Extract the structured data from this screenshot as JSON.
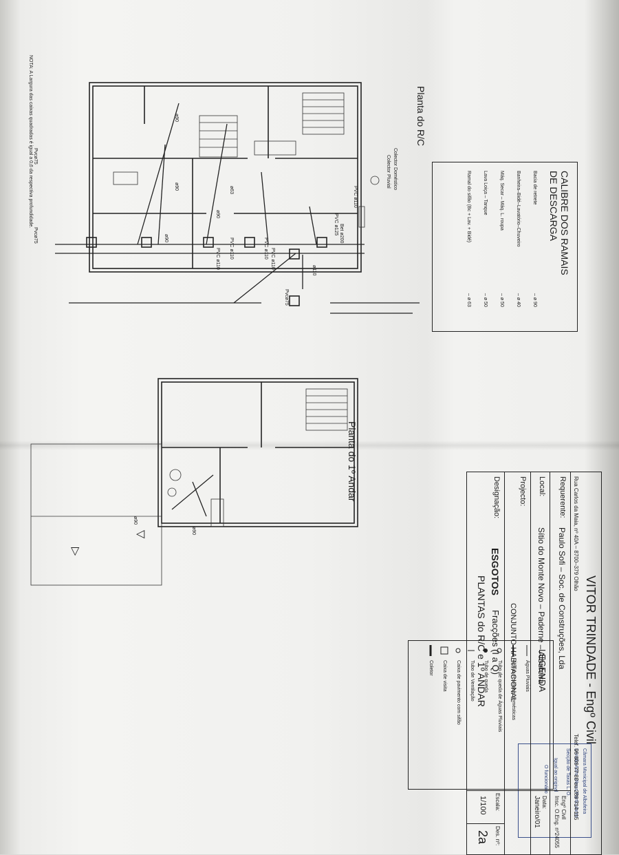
{
  "plan_titles": {
    "ground": "Planta do R/C",
    "first": "Planta do 1º Andar"
  },
  "collector_labels": {
    "domestic": "Colector Doméstico",
    "pluvial": "Colector Pluvial"
  },
  "pipe_labels": [
    "PVC ø110",
    "PVC ø110",
    "PVC ø110",
    "PVC ø110",
    "PVC ø110",
    "PVC ø125",
    "Bet ø200",
    "ø110",
    "Pvcø75",
    "Pvcø75",
    "Pvcø75",
    "ø90",
    "ø90",
    "ø63",
    "ø90",
    "ø90",
    "ø90",
    "ø90"
  ],
  "calibre": {
    "title_line1": "CALIBRE DOS RAMAIS",
    "title_line2": "DE DESCARGA",
    "rows": [
      {
        "label": "Bacia de retrete",
        "value": "– ø 90"
      },
      {
        "label": "Banheira–Bidé–Lavatório–Chuveiro",
        "value": "– ø 40"
      },
      {
        "label": "Máq. Secar – Máq. L. roupa",
        "value": "– ø 50"
      },
      {
        "label": "Lava Loiça – Tanque",
        "value": "– ø 50"
      },
      {
        "label": "Ramal do sifão (Bc + Lav. + Bidé)",
        "value": "– ø 63"
      }
    ]
  },
  "nota": "NOTA: A Largura das caixas quadradas é igual a 0,6 da respectiva profundidade.",
  "legenda": {
    "title": "LEGENDA",
    "items": [
      "Águas Pluviais",
      "Águas residuais domésticas",
      "Tubo de queda de Águas Pluviais",
      "Tubo de queda",
      "Tubo de Ventilação",
      "Caixa de pavimento com sifão",
      "Caixa de visita",
      "Coletor"
    ]
  },
  "stamp": {
    "line1": "Câmara Municipal de Albufeira",
    "line2": "Divisão Adm. Obras Particulares",
    "line3": "Secção de Taxas L. O.",
    "line4": "Igual ao original",
    "line5": "O funcionário"
  },
  "title_block": {
    "company": "VITOR TRINDADE - Engº Civil",
    "address": "Rua Carlos da Maia, nº 40A – 8700–379 Olhão",
    "phone": "Telef. 96 809 77 88 ou 289 714 115",
    "requerente_label": "Requerente:",
    "requerente": "Paulo Sofi – Soc. de Construções, Lda",
    "eng_label": "Engº Civil",
    "eng_reg": "Insc. O.Eng. nº24055",
    "local_label": "Local:",
    "local": "Sítio do Monte Novo – Paderne – Albufeira",
    "data_label": "Data:",
    "data": "Janeiro/01",
    "projecto_label": "Projecto:",
    "projecto": "CONJUNTO HABITACIONAL",
    "designacao_label": "Designação:",
    "designacao_bold": "ESGOTOS",
    "designacao_fraccoes": "Fracções (I a Q)",
    "designacao_line2": "PLANTAS do R/C e 1º ANDAR",
    "escala_label": "Escala:",
    "escala": "1/100",
    "des_label": "Des. nº:",
    "des": "2a"
  }
}
